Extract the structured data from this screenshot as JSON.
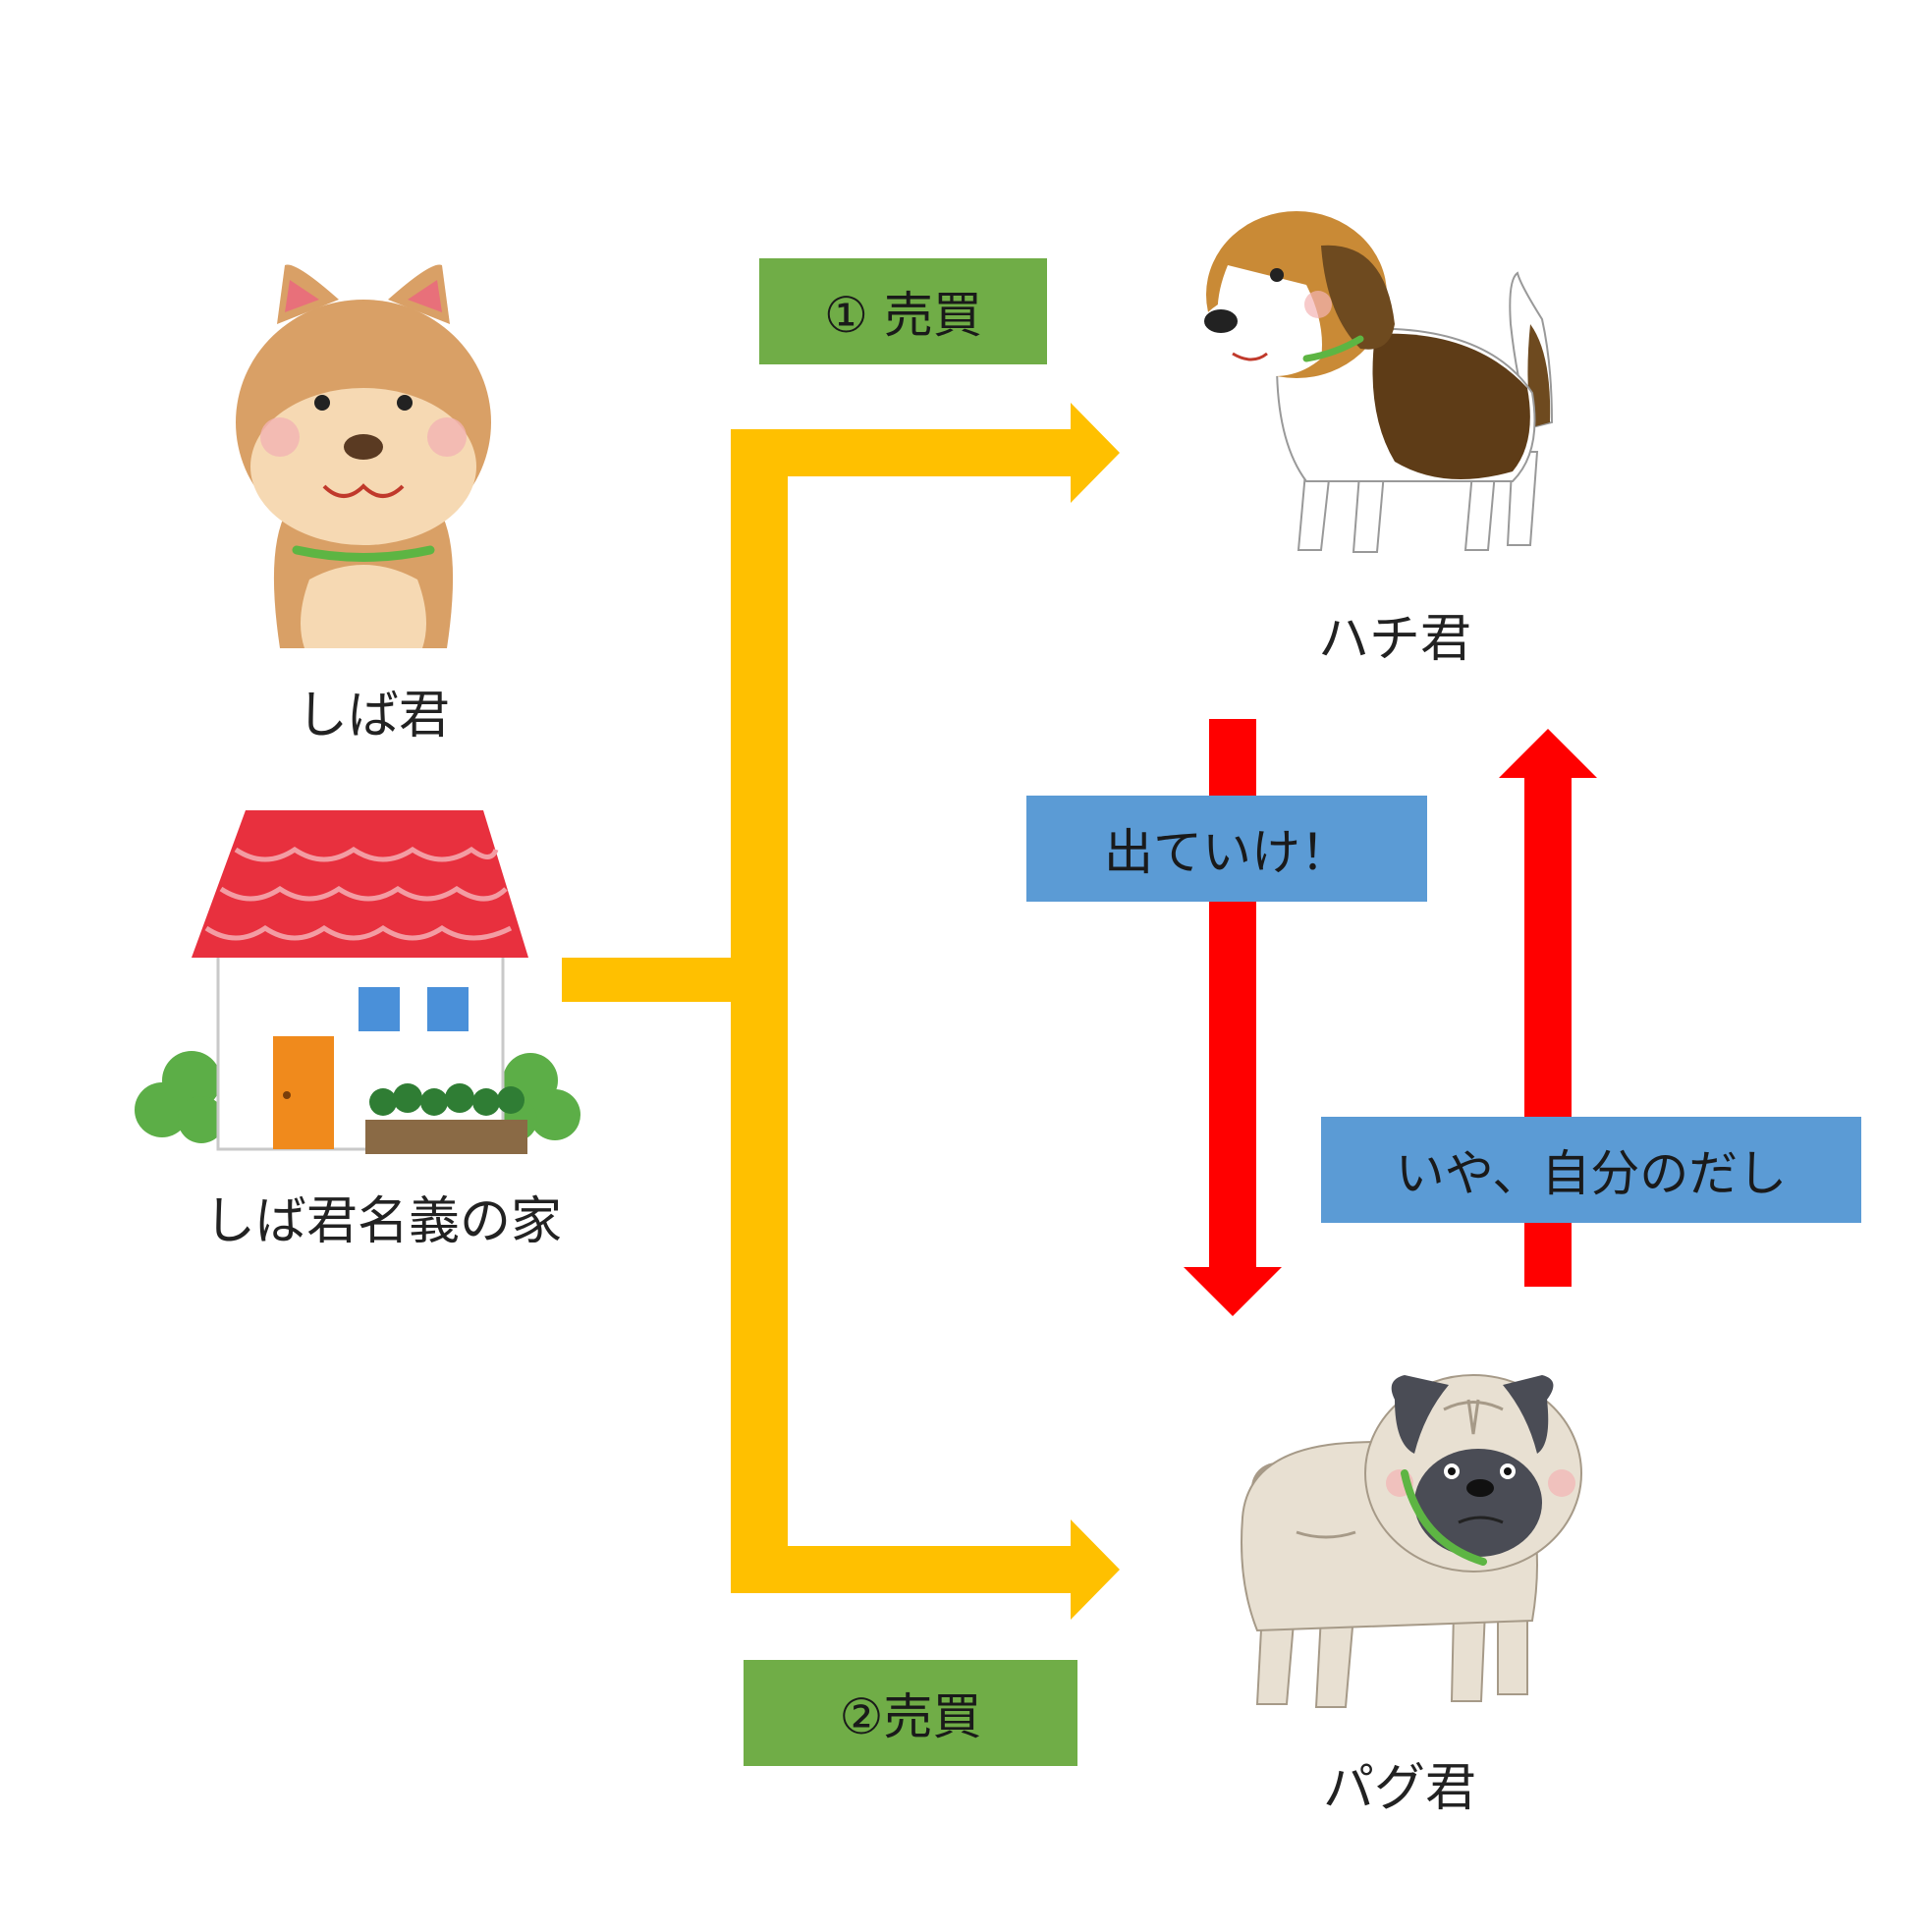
{
  "labels": {
    "shiba": "しば君",
    "house": "しば君名義の家",
    "hachi": "ハチ君",
    "pug": "パグ君"
  },
  "boxes": {
    "sale1": "① 売買",
    "sale2": "②売買",
    "get_out": "出ていけ！",
    "no_mine": "いや、自分のだし"
  },
  "colors": {
    "sale_arrow": "#ffc000",
    "dispute_arrow": "#ff0000",
    "sale_box": "#70ad47",
    "speech_box": "#5b9bd5"
  },
  "icons": {
    "shiba": "shiba-dog-icon",
    "house": "house-icon",
    "hachi": "beagle-dog-icon",
    "pug": "pug-dog-icon"
  }
}
